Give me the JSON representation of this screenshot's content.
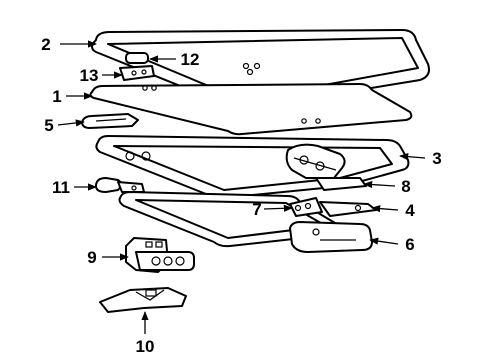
{
  "callouts": [
    {
      "id": "c1",
      "number": "1"
    },
    {
      "id": "c2",
      "number": "2"
    },
    {
      "id": "c3",
      "number": "3"
    },
    {
      "id": "c4",
      "number": "4"
    },
    {
      "id": "c5",
      "number": "5"
    },
    {
      "id": "c6",
      "number": "6"
    },
    {
      "id": "c7",
      "number": "7"
    },
    {
      "id": "c8",
      "number": "8"
    },
    {
      "id": "c9",
      "number": "9"
    },
    {
      "id": "c10",
      "number": "10"
    },
    {
      "id": "c11",
      "number": "11"
    },
    {
      "id": "c12",
      "number": "12"
    },
    {
      "id": "c13",
      "number": "13"
    }
  ]
}
